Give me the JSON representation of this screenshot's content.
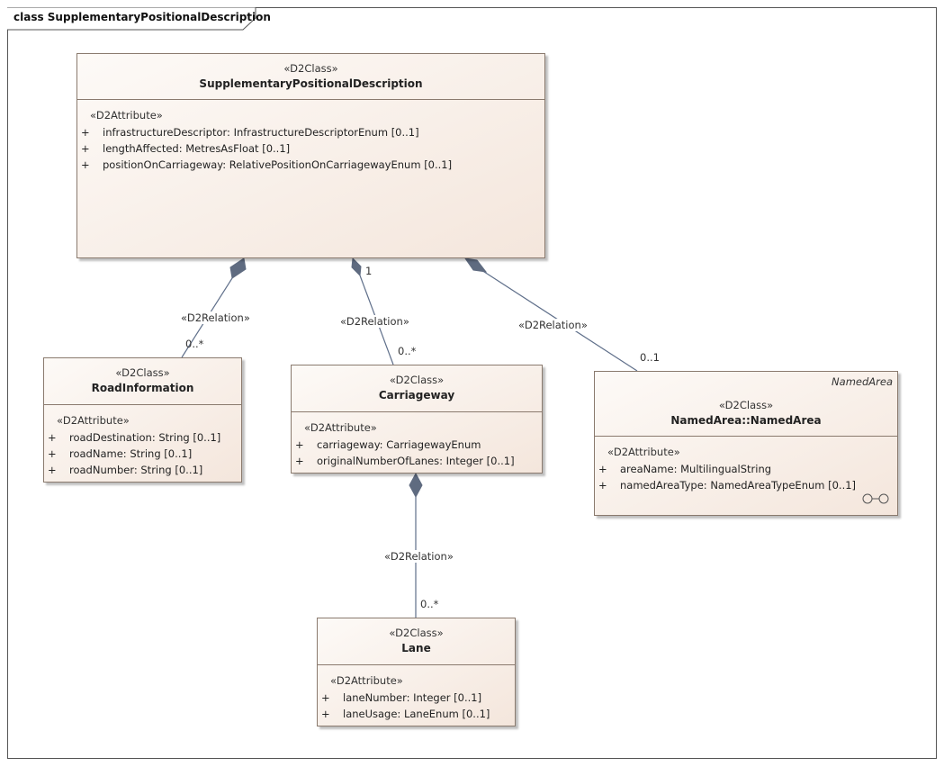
{
  "frame": {
    "title": "class SupplementaryPositionalDescription"
  },
  "classes": {
    "spd": {
      "stereotype": "«D2Class»",
      "name": "SupplementaryPositionalDescription",
      "attr_stereotype": "«D2Attribute»",
      "attributes": [
        {
          "vis": "+",
          "text": "infrastructureDescriptor: InfrastructureDescriptorEnum [0..1]"
        },
        {
          "vis": "+",
          "text": "lengthAffected: MetresAsFloat [0..1]"
        },
        {
          "vis": "+",
          "text": "positionOnCarriageway: RelativePositionOnCarriagewayEnum [0..1]"
        }
      ]
    },
    "road": {
      "stereotype": "«D2Class»",
      "name": "RoadInformation",
      "attr_stereotype": "«D2Attribute»",
      "attributes": [
        {
          "vis": "+",
          "text": "roadDestination: String [0..1]"
        },
        {
          "vis": "+",
          "text": "roadName: String [0..1]"
        },
        {
          "vis": "+",
          "text": "roadNumber: String [0..1]"
        }
      ]
    },
    "carriageway": {
      "stereotype": "«D2Class»",
      "name": "Carriageway",
      "attr_stereotype": "«D2Attribute»",
      "attributes": [
        {
          "vis": "+",
          "text": "carriageway: CarriagewayEnum"
        },
        {
          "vis": "+",
          "text": "originalNumberOfLanes: Integer [0..1]"
        }
      ]
    },
    "namedarea": {
      "parent_tag": "NamedArea",
      "stereotype": "«D2Class»",
      "name": "NamedArea::NamedArea",
      "attr_stereotype": "«D2Attribute»",
      "attributes": [
        {
          "vis": "+",
          "text": "areaName: MultilingualString"
        },
        {
          "vis": "+",
          "text": "namedAreaType: NamedAreaTypeEnum [0..1]"
        }
      ]
    },
    "lane": {
      "stereotype": "«D2Class»",
      "name": "Lane",
      "attr_stereotype": "«D2Attribute»",
      "attributes": [
        {
          "vis": "+",
          "text": "laneNumber: Integer [0..1]"
        },
        {
          "vis": "+",
          "text": "laneUsage: LaneEnum [0..1]"
        }
      ]
    }
  },
  "relations": {
    "road": {
      "label": "«D2Relation»",
      "target_mult": "0..*"
    },
    "carriageway": {
      "label": "«D2Relation»",
      "source_mult": "1",
      "target_mult": "0..*"
    },
    "namedarea": {
      "label": "«D2Relation»",
      "target_mult": "0..1"
    },
    "lane": {
      "label": "«D2Relation»",
      "target_mult": "0..*"
    }
  },
  "colors": {
    "line": "#5f6f8a",
    "diamond": "#5f6b80",
    "border": "#8a7a6e"
  }
}
